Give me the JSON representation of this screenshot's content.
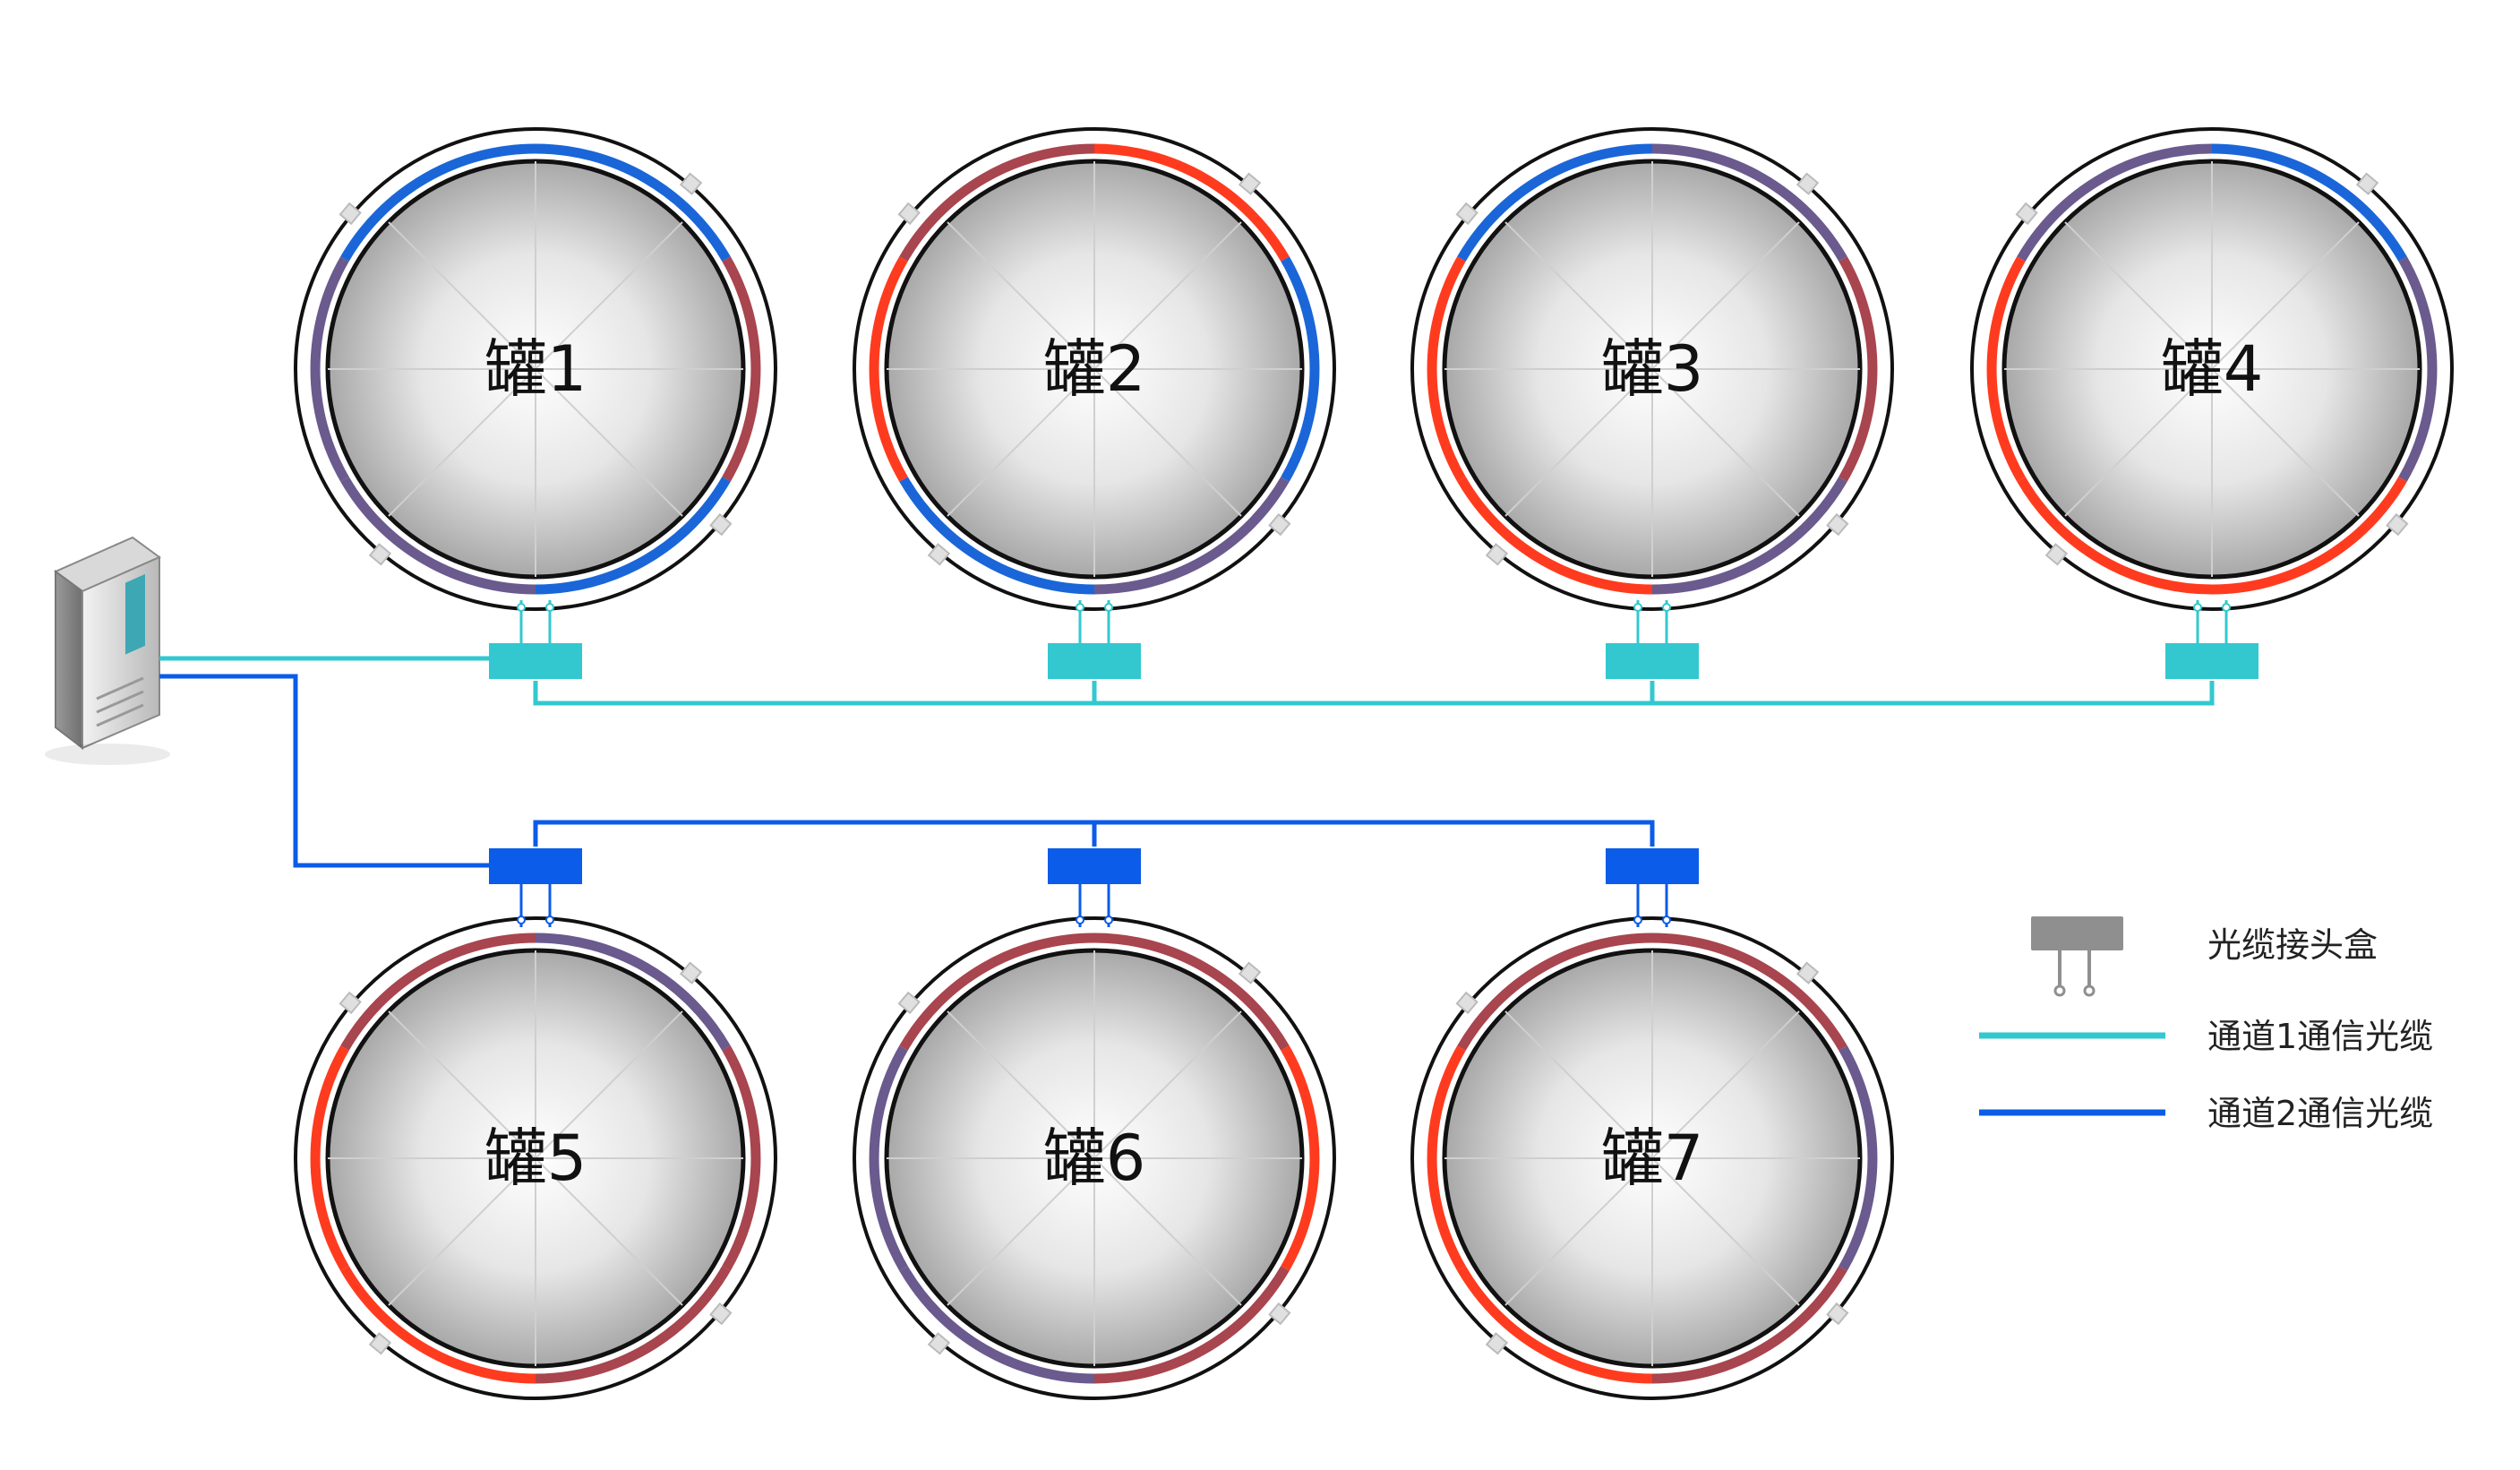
{
  "colors": {
    "channel1": "#33c8cf",
    "channel2": "#0b5ce8",
    "junction_box_legend": "#8f8f8f",
    "cable_red": "#ff3b1f",
    "cable_brown": "#a8454e",
    "cable_purple": "#6a5a8e",
    "cable_blue": "#1a66d8"
  },
  "tanks": [
    {
      "label": "罐1",
      "row": 1,
      "channel": 1
    },
    {
      "label": "罐2",
      "row": 1,
      "channel": 1
    },
    {
      "label": "罐3",
      "row": 1,
      "channel": 1
    },
    {
      "label": "罐4",
      "row": 1,
      "channel": 1
    },
    {
      "label": "罐5",
      "row": 2,
      "channel": 2
    },
    {
      "label": "罐6",
      "row": 2,
      "channel": 2
    },
    {
      "label": "罐7",
      "row": 2,
      "channel": 2
    }
  ],
  "legend": {
    "junction_box": "光缆接头盒",
    "channel1_cable": "通道1通信光缆",
    "channel2_cable": "通道2通信光缆"
  }
}
